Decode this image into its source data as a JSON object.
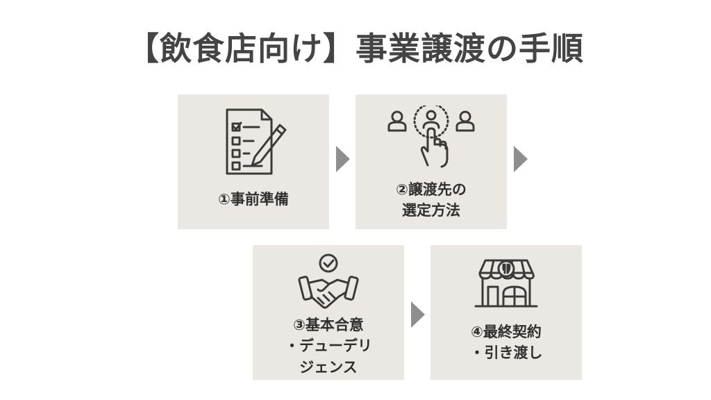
{
  "title": "【飲食店向け】事業譲渡の手順",
  "steps": [
    {
      "label_lines": [
        "①事前準備"
      ],
      "icon": "checklist-pencil-icon"
    },
    {
      "label_lines": [
        "②譲渡先の",
        "選定方法"
      ],
      "icon": "select-person-hand-icon"
    },
    {
      "label_lines": [
        "③基本合意",
        "・デューデリ",
        "ジェンス"
      ],
      "icon": "handshake-check-icon"
    },
    {
      "label_lines": [
        "④最終契約",
        "・引き渡し"
      ],
      "icon": "restaurant-storefront-icon"
    }
  ],
  "colors": {
    "card_bg": "#ebe8e3",
    "arrow": "#8e8e8e",
    "icon_stroke": "#3a3a3a",
    "title": "#444444"
  }
}
